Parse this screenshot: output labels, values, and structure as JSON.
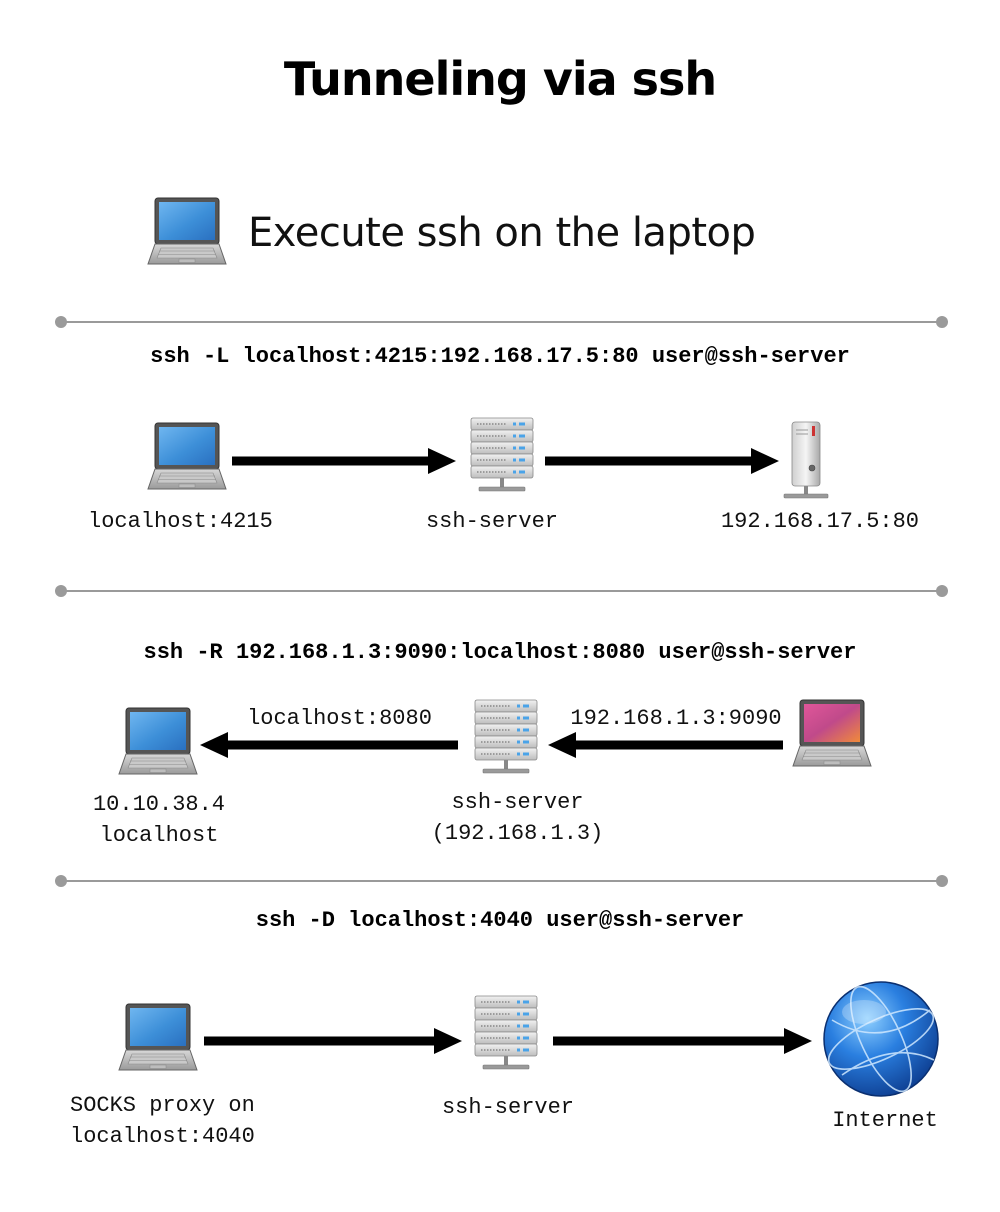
{
  "title": "Tunneling via ssh",
  "intro": {
    "text": "Execute ssh on the laptop",
    "icon": "laptop-icon"
  },
  "local_forward": {
    "command": "ssh -L localhost:4215:192.168.17.5:80 user@ssh-server",
    "laptop_label": "localhost:4215",
    "server_label": "ssh-server",
    "target_label": "192.168.17.5:80"
  },
  "remote_forward": {
    "command": "ssh -R 192.168.1.3:9090:localhost:8080 user@ssh-server",
    "laptop_label_line1": "10.10.38.4",
    "laptop_label_line2": "localhost",
    "arrow_left_label": "localhost:8080",
    "arrow_right_label": "192.168.1.3:9090",
    "server_label_line1": "ssh-server",
    "server_label_line2": "(192.168.1.3)"
  },
  "dynamic_forward": {
    "command": "ssh -D localhost:4040 user@ssh-server",
    "laptop_label_line1": "SOCKS proxy on",
    "laptop_label_line2": "localhost:4040",
    "server_label": "ssh-server",
    "internet_label": "Internet"
  },
  "colors": {
    "separator": "#9a9a9a",
    "arrow": "#000000",
    "screen_blue": "#3d8fd8",
    "globe_blue": "#1f5fc4"
  }
}
